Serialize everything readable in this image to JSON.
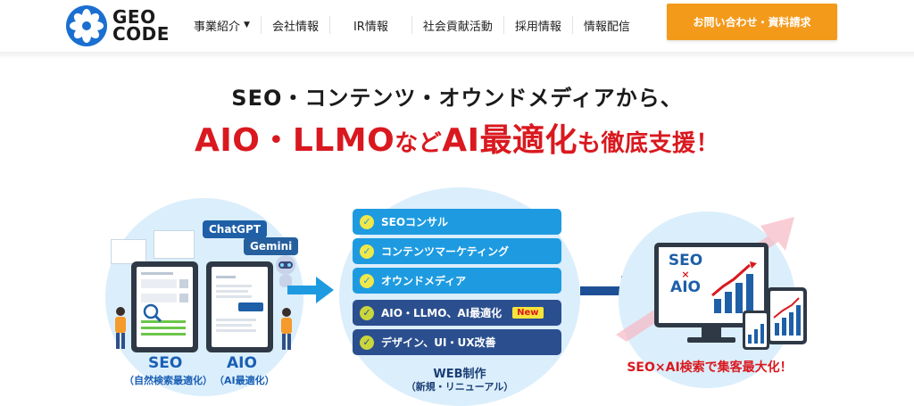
{
  "logo": {
    "line1": "GEO",
    "line2": "CODE"
  },
  "nav": [
    {
      "label": "事業紹介",
      "has_caret": true
    },
    {
      "label": "会社情報"
    },
    {
      "label": "IR情報"
    },
    {
      "label": "社会貢献活動"
    },
    {
      "label": "採用情報"
    },
    {
      "label": "情報配信"
    }
  ],
  "cta_label": "お問い合わせ・資料請求",
  "hero": {
    "line1": "SEO・コンテンツ・オウンドメディアから、",
    "line2_a": "AIO・LLMO",
    "line2_b": "など",
    "line2_c": "AI最適化",
    "line2_d": "も徹底支援！"
  },
  "left": {
    "bubble1": "ChatGPT",
    "bubble2": "Gemini",
    "seo_label": "SEO",
    "seo_sub": "（自然検索最適化）",
    "aio_label": "AIO",
    "aio_sub": "（AI最適化）"
  },
  "services": [
    {
      "label": "SEOコンサル",
      "style": "light"
    },
    {
      "label": "コンテンツマーケティング",
      "style": "light"
    },
    {
      "label": "オウンドメディア",
      "style": "light"
    },
    {
      "label": "AIO・LLMO、AI最適化",
      "style": "dark",
      "badge": "New"
    },
    {
      "label": "デザイン、UI・UX改善",
      "style": "dark"
    }
  ],
  "web": {
    "label": "WEB制作",
    "sub": "（新規・リニューアル）"
  },
  "right": {
    "seo": "SEO",
    "x": "×",
    "aio": "AIO",
    "tagline": "SEO×AI検索で集客最大化！"
  },
  "colors": {
    "brand_blue": "#1b6fd0",
    "cta_orange": "#f49a1b",
    "accent_red": "#d9191f",
    "highlight_yellow": "#ffee7a"
  }
}
